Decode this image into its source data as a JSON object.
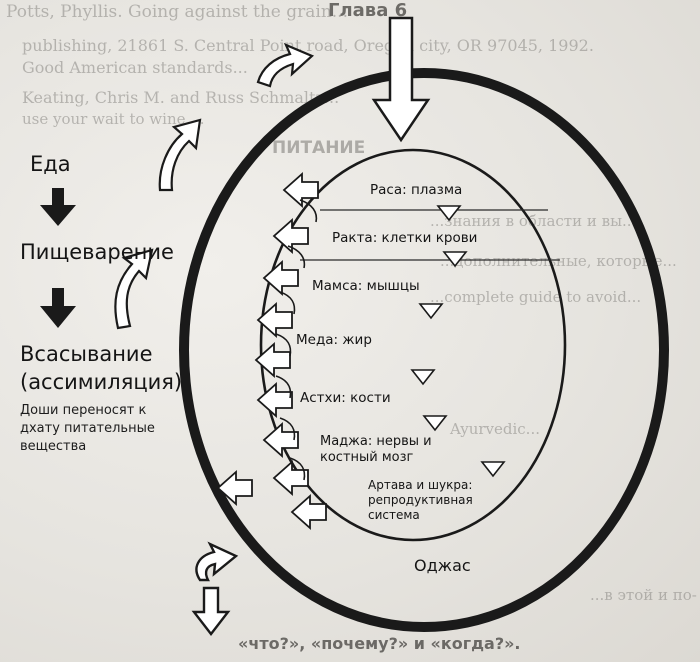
{
  "bleed_through": [
    "Potts, Phyllis. Going against the grain...",
    "Глава 6",
    "publishing, 21861 S. Central Point road, Oregon city, OR 97045, 1992.",
    "Good American standards...",
    "Keating, Chris M. and Russ Schmaltz...",
    "use your wait to wine ...",
    "ПИТАНИЕ",
    "...знания в области и вы...",
    "...дополнительные, которые...",
    "...complete guide to avoid...",
    "Ayurvedic...",
    "...в этой и по-",
    "«что?», «почему?» и «когда?»."
  ],
  "left_flow": {
    "step1": "Еда",
    "step2": "Пищеварение",
    "step3_line1": "Всасывание",
    "step3_line2": "(ассимиляция)",
    "note": "Доши переносят к дхату питательные вещества"
  },
  "tissues": [
    "Раса: плазма",
    "Ракта: клетки крови",
    "Мамса: мышцы",
    "Меда: жир",
    "Астхи: кости",
    "Маджа: нервы и костный мозг",
    "Артава и шукра: репродуктивная система"
  ],
  "result": "Оджас",
  "colors": {
    "ink": "#1a1a1a",
    "paper": "#e9e7e3",
    "bleed": "#8a8884"
  }
}
